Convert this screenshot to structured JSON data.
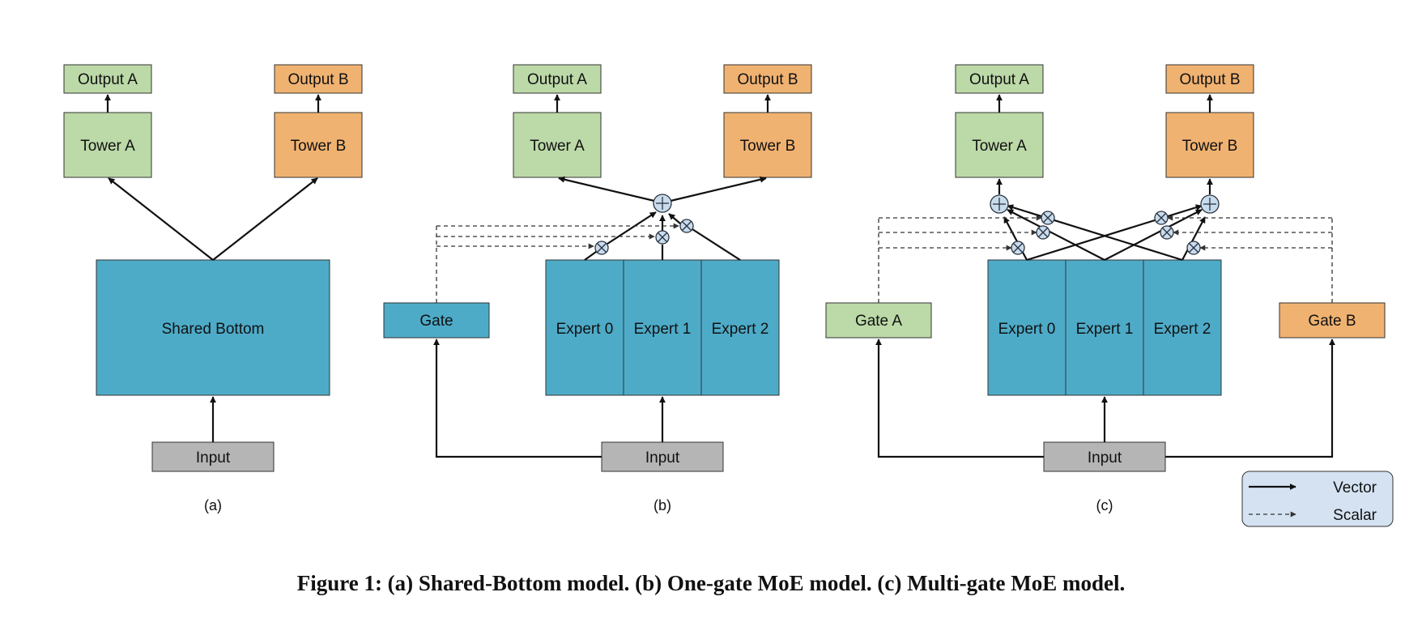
{
  "colors": {
    "green": "#bcd9a8",
    "orange": "#f0b271",
    "blue": "#4dabc8",
    "gray": "#b5b5b5",
    "legend_bg": "#d4e2f2",
    "op_fill": "#c9dced"
  },
  "panel_a": {
    "output_a": "Output A",
    "output_b": "Output B",
    "tower_a": "Tower A",
    "tower_b": "Tower B",
    "shared_bottom": "Shared Bottom",
    "input": "Input",
    "label": "(a)"
  },
  "panel_b": {
    "output_a": "Output A",
    "output_b": "Output B",
    "tower_a": "Tower A",
    "tower_b": "Tower B",
    "gate": "Gate",
    "expert_0": "Expert 0",
    "expert_1": "Expert 1",
    "expert_2": "Expert 2",
    "input": "Input",
    "label": "(b)"
  },
  "panel_c": {
    "output_a": "Output A",
    "output_b": "Output B",
    "tower_a": "Tower A",
    "tower_b": "Tower B",
    "gate_a": "Gate A",
    "gate_b": "Gate B",
    "expert_0": "Expert 0",
    "expert_1": "Expert 1",
    "expert_2": "Expert 2",
    "input": "Input",
    "label": "(c)"
  },
  "legend": {
    "vector": "Vector",
    "scalar": "Scalar"
  },
  "caption": "Figure 1: (a) Shared-Bottom model. (b) One-gate MoE model. (c) Multi-gate MoE model."
}
